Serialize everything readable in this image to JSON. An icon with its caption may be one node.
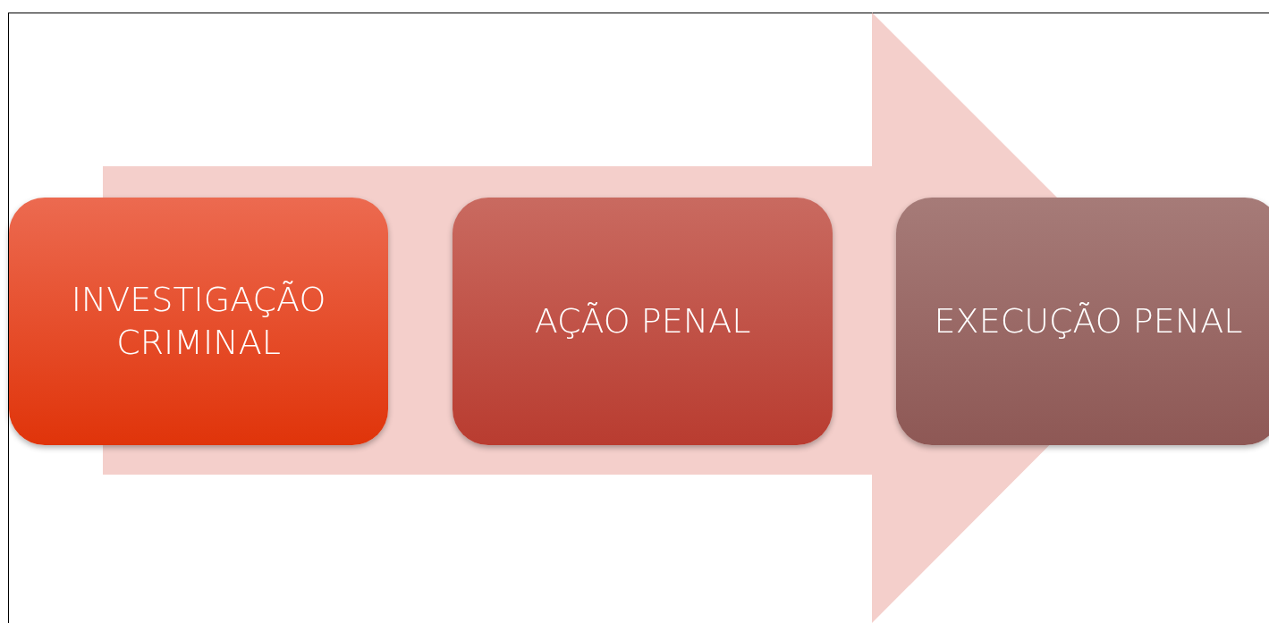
{
  "diagram": {
    "nodes": [
      {
        "text": [
          "INVESTIGAÇÃO CRIMINAL"
        ]
      },
      {
        "text": [
          "AÇÃO PENAL"
        ]
      },
      {
        "text": [
          "EXECUÇÃO PENAL"
        ]
      }
    ],
    "edges": [
      {
        "from": 0,
        "to": 2,
        "arrow": "to"
      }
    ]
  }
}
